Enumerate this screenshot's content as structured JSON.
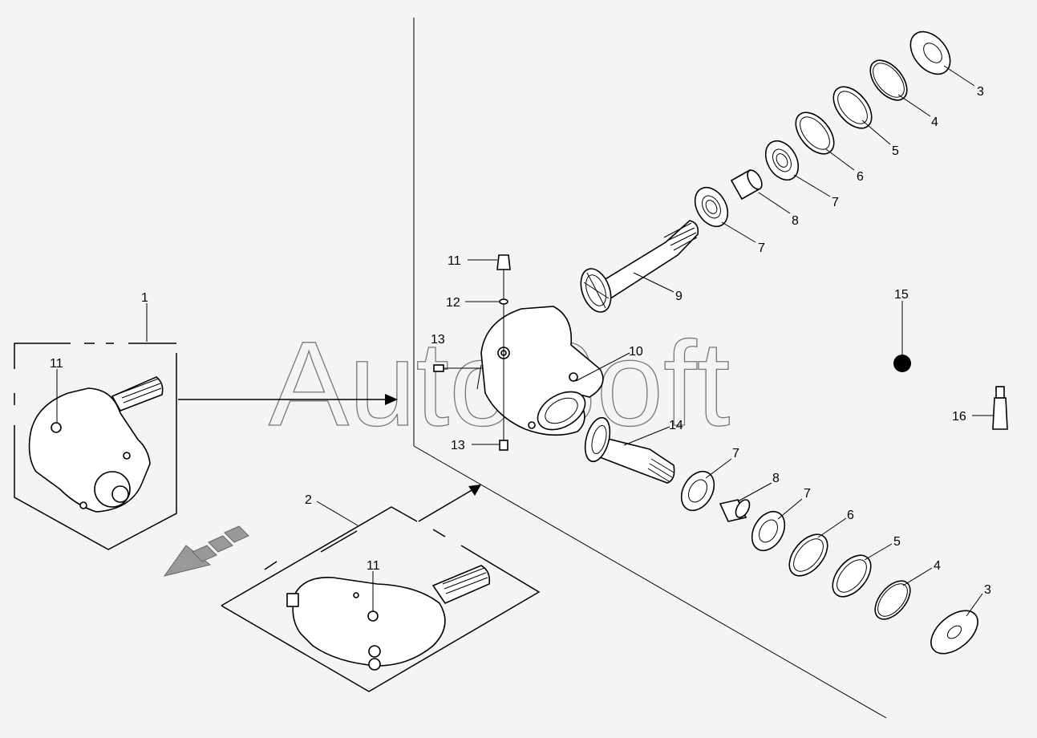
{
  "watermark": "AutoSoft",
  "callouts": {
    "c1": "1",
    "c2": "2",
    "c3_top": "3",
    "c3_bottom": "3",
    "c4_top": "4",
    "c4_bottom": "4",
    "c5_top": "5",
    "c5_bottom": "5",
    "c6_top": "6",
    "c6_bottom": "6",
    "c7_a": "7",
    "c7_b": "7",
    "c7_c": "7",
    "c7_d": "7",
    "c8_top": "8",
    "c8_bottom": "8",
    "c9": "9",
    "c10": "10",
    "c11_main": "11",
    "c11_box1": "11",
    "c11_box2": "11",
    "c12": "12",
    "c13_a": "13",
    "c13_b": "13",
    "c14": "14",
    "c15": "15",
    "c16": "16"
  }
}
